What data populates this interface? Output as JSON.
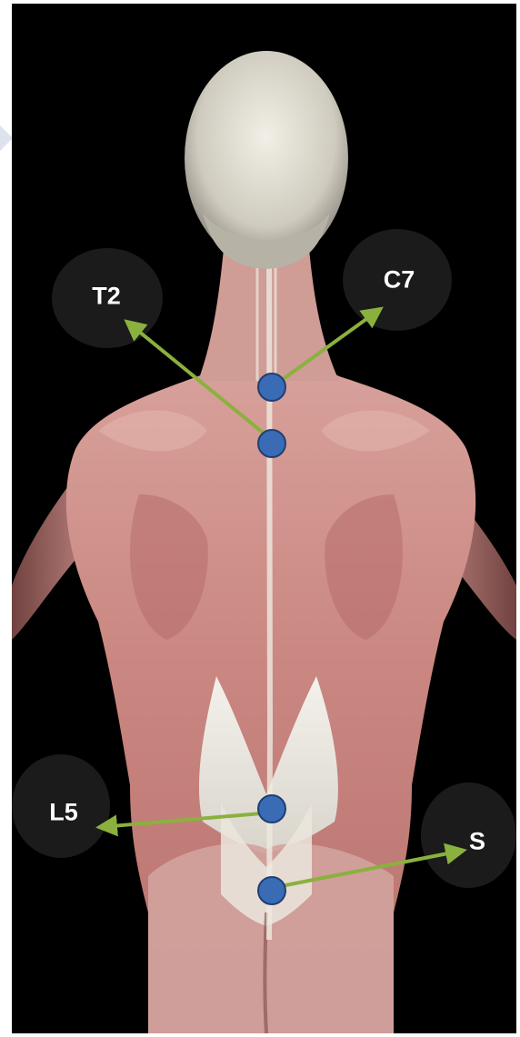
{
  "labels": {
    "t2": "T2",
    "c7": "C7",
    "l5": "L5",
    "s": "S"
  },
  "colors": {
    "background": "#000000",
    "label_disc": "#1b1b1b",
    "label_text": "#ffffff",
    "arrow": "#8ab13e",
    "marker_fill": "#3a6bb5",
    "marker_stroke": "#1f3f73",
    "muscle": "#c98a86",
    "skin_white": "#e8e3da"
  },
  "icons": {
    "markers": "circle-marker-icon",
    "arrows": "arrow-icon"
  }
}
